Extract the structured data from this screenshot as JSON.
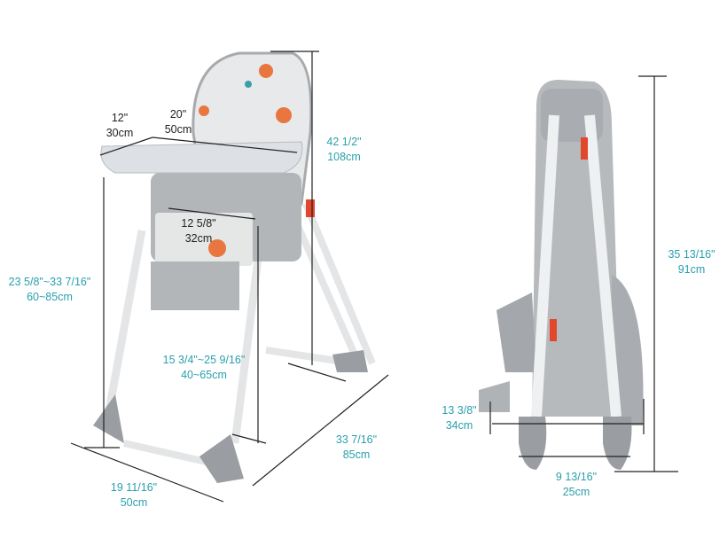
{
  "colors": {
    "label": "#2aa0ad",
    "dark_label": "#222222",
    "frame": "#9a9ea3",
    "leg": "#e6e7e9",
    "accent": "#e2462b"
  },
  "dimensions": {
    "tray_depth": {
      "in": "12\"",
      "cm": "30cm"
    },
    "tray_width": {
      "in": "20\"",
      "cm": "50cm"
    },
    "total_height": {
      "in": "42 1/2\"",
      "cm": "108cm"
    },
    "seat_width": {
      "in": "12 5/8\"",
      "cm": "32cm"
    },
    "tray_height": {
      "in": "23 5/8\"~33 7/16\"",
      "cm": "60~85cm"
    },
    "seat_height": {
      "in": "15 3/4\"~25 9/16\"",
      "cm": "40~65cm"
    },
    "base_depth": {
      "in": "33 7/16\"",
      "cm": "85cm"
    },
    "base_width": {
      "in": "19 11/16\"",
      "cm": "50cm"
    },
    "folded_height": {
      "in": "35 13/16\"",
      "cm": "91cm"
    },
    "folded_depth": {
      "in": "13 3/8\"",
      "cm": "34cm"
    },
    "folded_width": {
      "in": "9 13/16\"",
      "cm": "25cm"
    }
  }
}
